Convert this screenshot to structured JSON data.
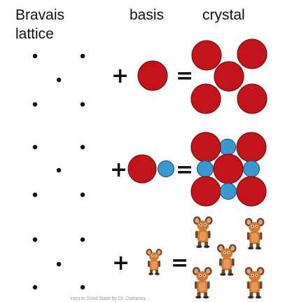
{
  "header": {
    "lattice_line1": "Bravais",
    "lattice_line2": "lattice",
    "basis": "basis",
    "crystal": "crystal"
  },
  "operators": {
    "plus": "+",
    "equals": "="
  },
  "colors": {
    "large_atom": "#c4141b",
    "large_atom_stroke": "#7d0c10",
    "small_atom": "#3a97d0",
    "small_atom_stroke": "#1f5f88",
    "lattice_point": "#111111",
    "mouse_body": "#d9772b",
    "mouse_dark": "#6b4a33"
  },
  "rows": [
    {
      "basis": [
        "large-atom"
      ],
      "crystal": "large atoms on lattice points"
    },
    {
      "basis": [
        "large-atom",
        "small-atom"
      ],
      "crystal": "large atoms with small atoms between"
    },
    {
      "basis": [
        "mouse"
      ],
      "crystal": "mouse on each lattice point"
    }
  ],
  "footer_credit": "Intro to Solid State by Dr. Dattatray..."
}
